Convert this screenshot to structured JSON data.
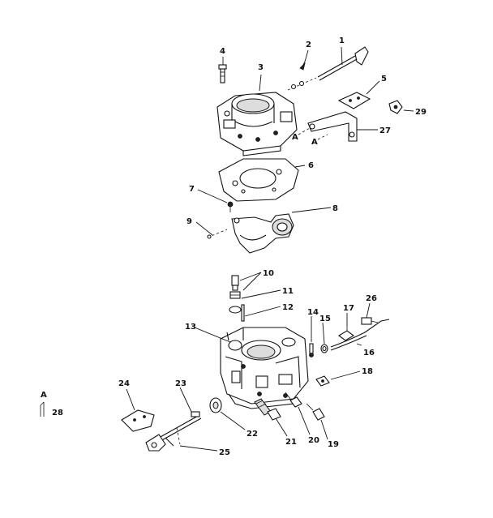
{
  "callouts": {
    "c1": "1",
    "c2": "2",
    "c3": "3",
    "c4": "4",
    "c5": "5",
    "c6": "6",
    "c7": "7",
    "c8": "8",
    "c9": "9",
    "c10": "10",
    "c11": "11",
    "c12": "12",
    "c13": "13",
    "c14": "14",
    "c15": "15",
    "c16": "16",
    "c17": "17",
    "c18": "18",
    "c19": "19",
    "c20": "20",
    "c21": "21",
    "c22": "22",
    "c23": "23",
    "c24": "24",
    "c25": "25",
    "c26": "26",
    "c27": "27",
    "c28": "28",
    "c29": "29"
  },
  "refs": {
    "a_top1": "A",
    "a_top2": "A",
    "a_legend": "A"
  }
}
